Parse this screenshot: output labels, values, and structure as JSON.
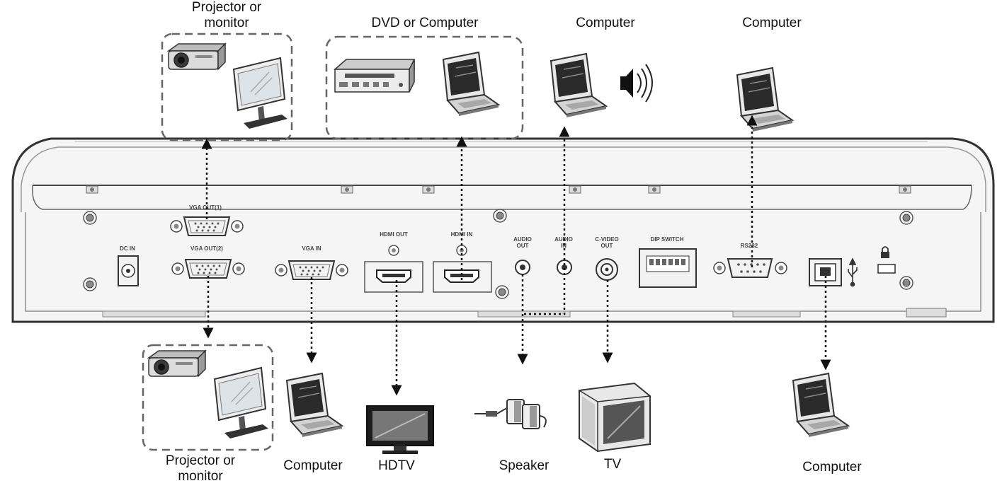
{
  "devices": {
    "top_projector_monitor": "Projector or\nmonitor",
    "top_dvd_computer": "DVD or Computer",
    "top_computer_audio": "Computer",
    "top_computer_rs232": "Computer",
    "bottom_projector_monitor": "Projector or\nmonitor",
    "bottom_computer_vga": "Computer",
    "bottom_hdtv": "HDTV",
    "bottom_speaker": "Speaker",
    "bottom_tv": "TV",
    "bottom_computer_usb": "Computer"
  },
  "ports": {
    "vga_out_1": "VGA OUT(1)",
    "vga_out_2": "VGA OUT(2)",
    "dc_in": "DC IN",
    "vga_in": "VGA IN",
    "hdmi_out": "HDMI OUT",
    "hdmi_in": "HDMI IN",
    "audio_out": "AUDIO\nOUT",
    "audio_in": "AUDIO\nIN",
    "c_video_out": "C-VIDEO\nOUT",
    "dip_switch": "DIP SWITCH",
    "rs232": "RS232"
  },
  "icons": [
    "projector-icon",
    "monitor-icon",
    "dvd-player-icon",
    "laptop-icon",
    "speaker-sound-icon",
    "hdtv-icon",
    "speakers-icon",
    "crt-tv-icon",
    "usb-icon",
    "lock-icon"
  ]
}
